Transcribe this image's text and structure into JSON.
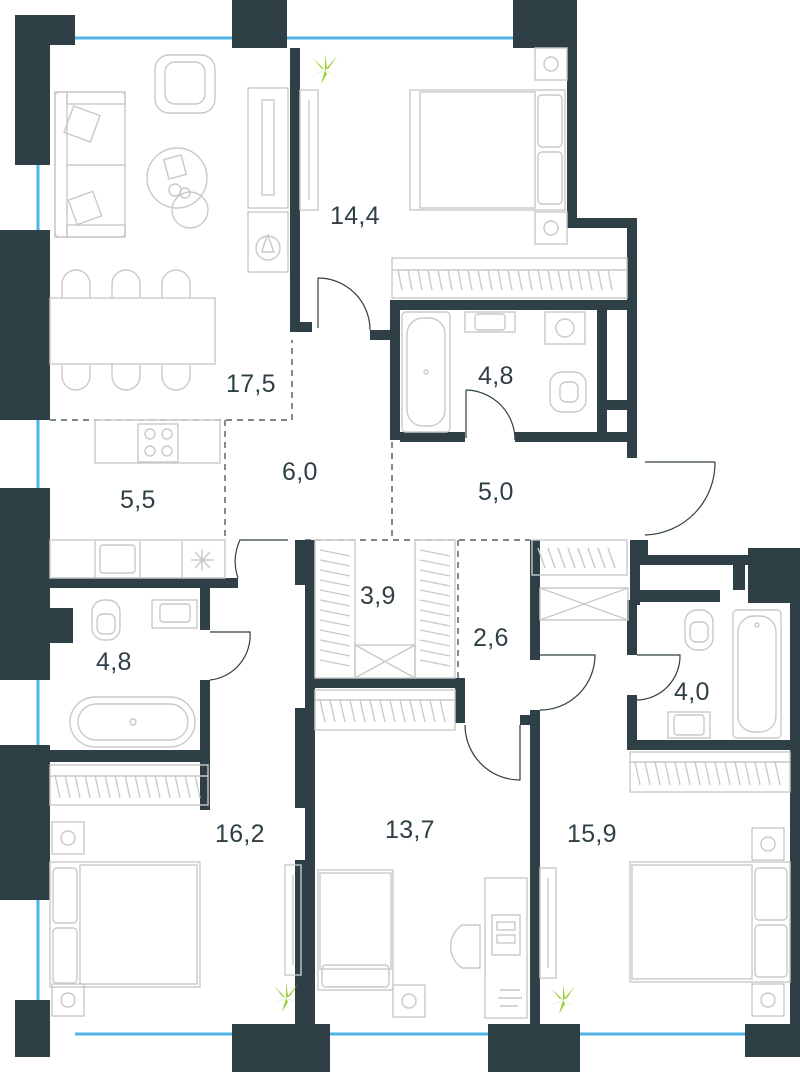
{
  "colors": {
    "wall": "#2f3f46",
    "glass": "#4fb3e6",
    "furniture_stroke": "#c9c9c9",
    "plant": "#9acd32",
    "text": "#2f3f46"
  },
  "rooms": [
    {
      "id": "living-kitchen",
      "area": "17,5"
    },
    {
      "id": "bedroom-top",
      "area": "14,4"
    },
    {
      "id": "bathroom-top",
      "area": "4,8"
    },
    {
      "id": "hall",
      "area": "6,0"
    },
    {
      "id": "kitchen",
      "area": "5,5"
    },
    {
      "id": "corridor-right",
      "area": "5,0"
    },
    {
      "id": "wardrobe",
      "area": "3,9"
    },
    {
      "id": "bathroom-left",
      "area": "4,8"
    },
    {
      "id": "corridor-small",
      "area": "2,6"
    },
    {
      "id": "bathroom-right",
      "area": "4,0"
    },
    {
      "id": "bedroom-left",
      "area": "16,2"
    },
    {
      "id": "bedroom-middle",
      "area": "13,7"
    },
    {
      "id": "bedroom-right",
      "area": "15,9"
    }
  ],
  "icons": [
    "sofa-icon",
    "armchair-icon",
    "coffee-table-icon",
    "dining-table-icon",
    "fireplace-icon",
    "bed-icon",
    "bathtub-icon",
    "toilet-icon",
    "sink-icon",
    "washing-machine-icon",
    "cooktop-icon",
    "desk-icon",
    "plant-icon",
    "wardrobe-icon"
  ]
}
